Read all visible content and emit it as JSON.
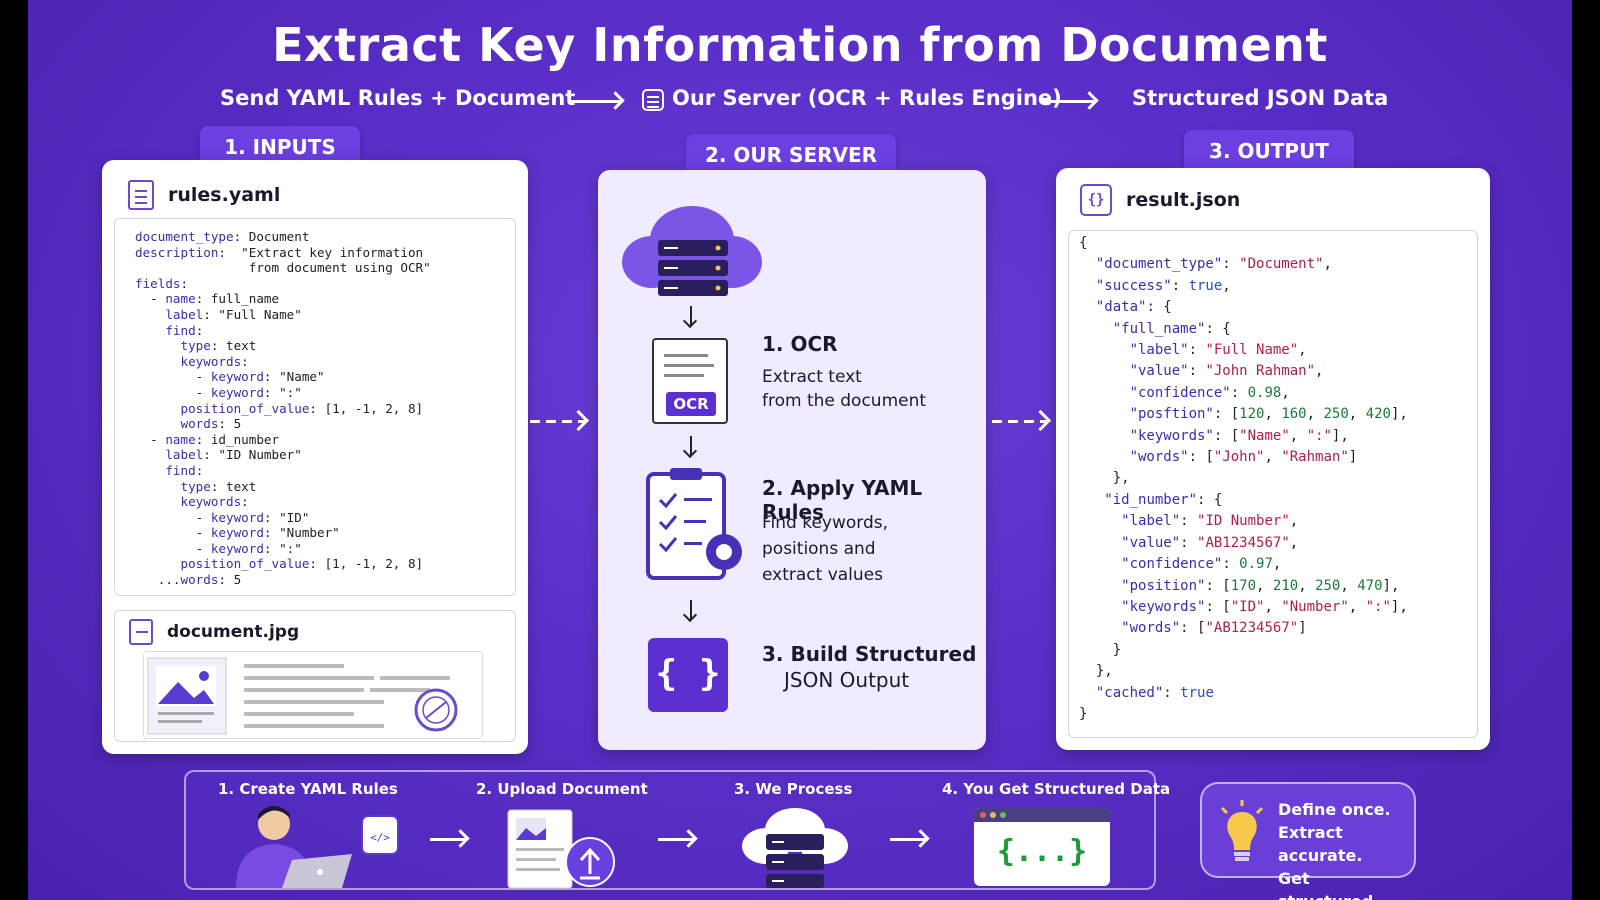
{
  "title": "Extract Key Information from Document",
  "subtitle": {
    "left": "Send YAML Rules + Document",
    "middle": "Our Server (OCR + Rules Engine)",
    "right": "Structured JSON Data"
  },
  "inputs": {
    "tab": "1. INPUTS",
    "rules_file": "rules.yaml",
    "document_file": "document.jpg"
  },
  "server": {
    "tab": "2. OUR SERVER",
    "ocr_badge": "OCR",
    "step1_title": "1. OCR",
    "step1_desc_1": "Extract text",
    "step1_desc_2": "from the document",
    "step2_title": "2. Apply YAML Rules",
    "step2_desc_1": "Find keywords,",
    "step2_desc_2": "positions and",
    "step2_desc_3": "extract values",
    "step3_title_1": "3. Build Structured",
    "step3_title_2": "JSON Output",
    "braces": "{ }"
  },
  "output": {
    "tab": "3. OUTPUT",
    "result_file": "result.json"
  },
  "bottom": {
    "step1": "1. Create YAML Rules",
    "step2": "2. Upload Document",
    "step3": "3. We Process",
    "step4": "4. You Get Structured Data",
    "json_symbol": "{...}"
  },
  "tip": {
    "line1": "Define once.",
    "line2": "Extract accurate.",
    "line3": "Get structured."
  },
  "colors": {
    "background": "#5a2ec8",
    "tab": "#6b3fe0",
    "accent": "#5b2fd0"
  }
}
